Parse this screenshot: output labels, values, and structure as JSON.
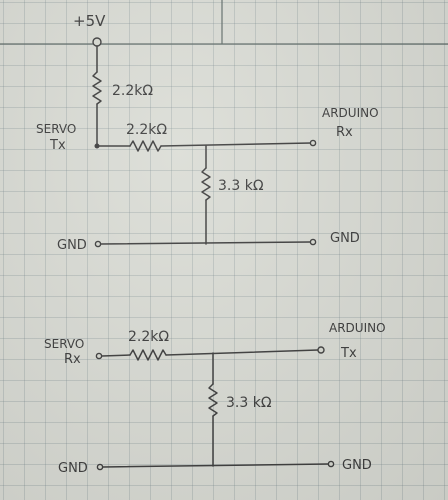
{
  "supply_label": "+5V",
  "top_circuit": {
    "pullup_resistor": "2.2kΩ",
    "series_resistor": "2.2kΩ",
    "shunt_resistor": "3.3 kΩ",
    "left_label_line1": "SERVO",
    "left_label_line2": "Tx",
    "right_label_line1": "ARDUINO",
    "right_label_line2": "Rx",
    "ground_left": "GND",
    "ground_right": "GND"
  },
  "bottom_circuit": {
    "series_resistor": "2.2kΩ",
    "shunt_resistor": "3.3 kΩ",
    "left_label_line1": "SERVO",
    "left_label_line2": "Rx",
    "right_label_line1": "ARDUINO",
    "right_label_line2": "Tx",
    "ground_left": "GND",
    "ground_right": "GND"
  }
}
